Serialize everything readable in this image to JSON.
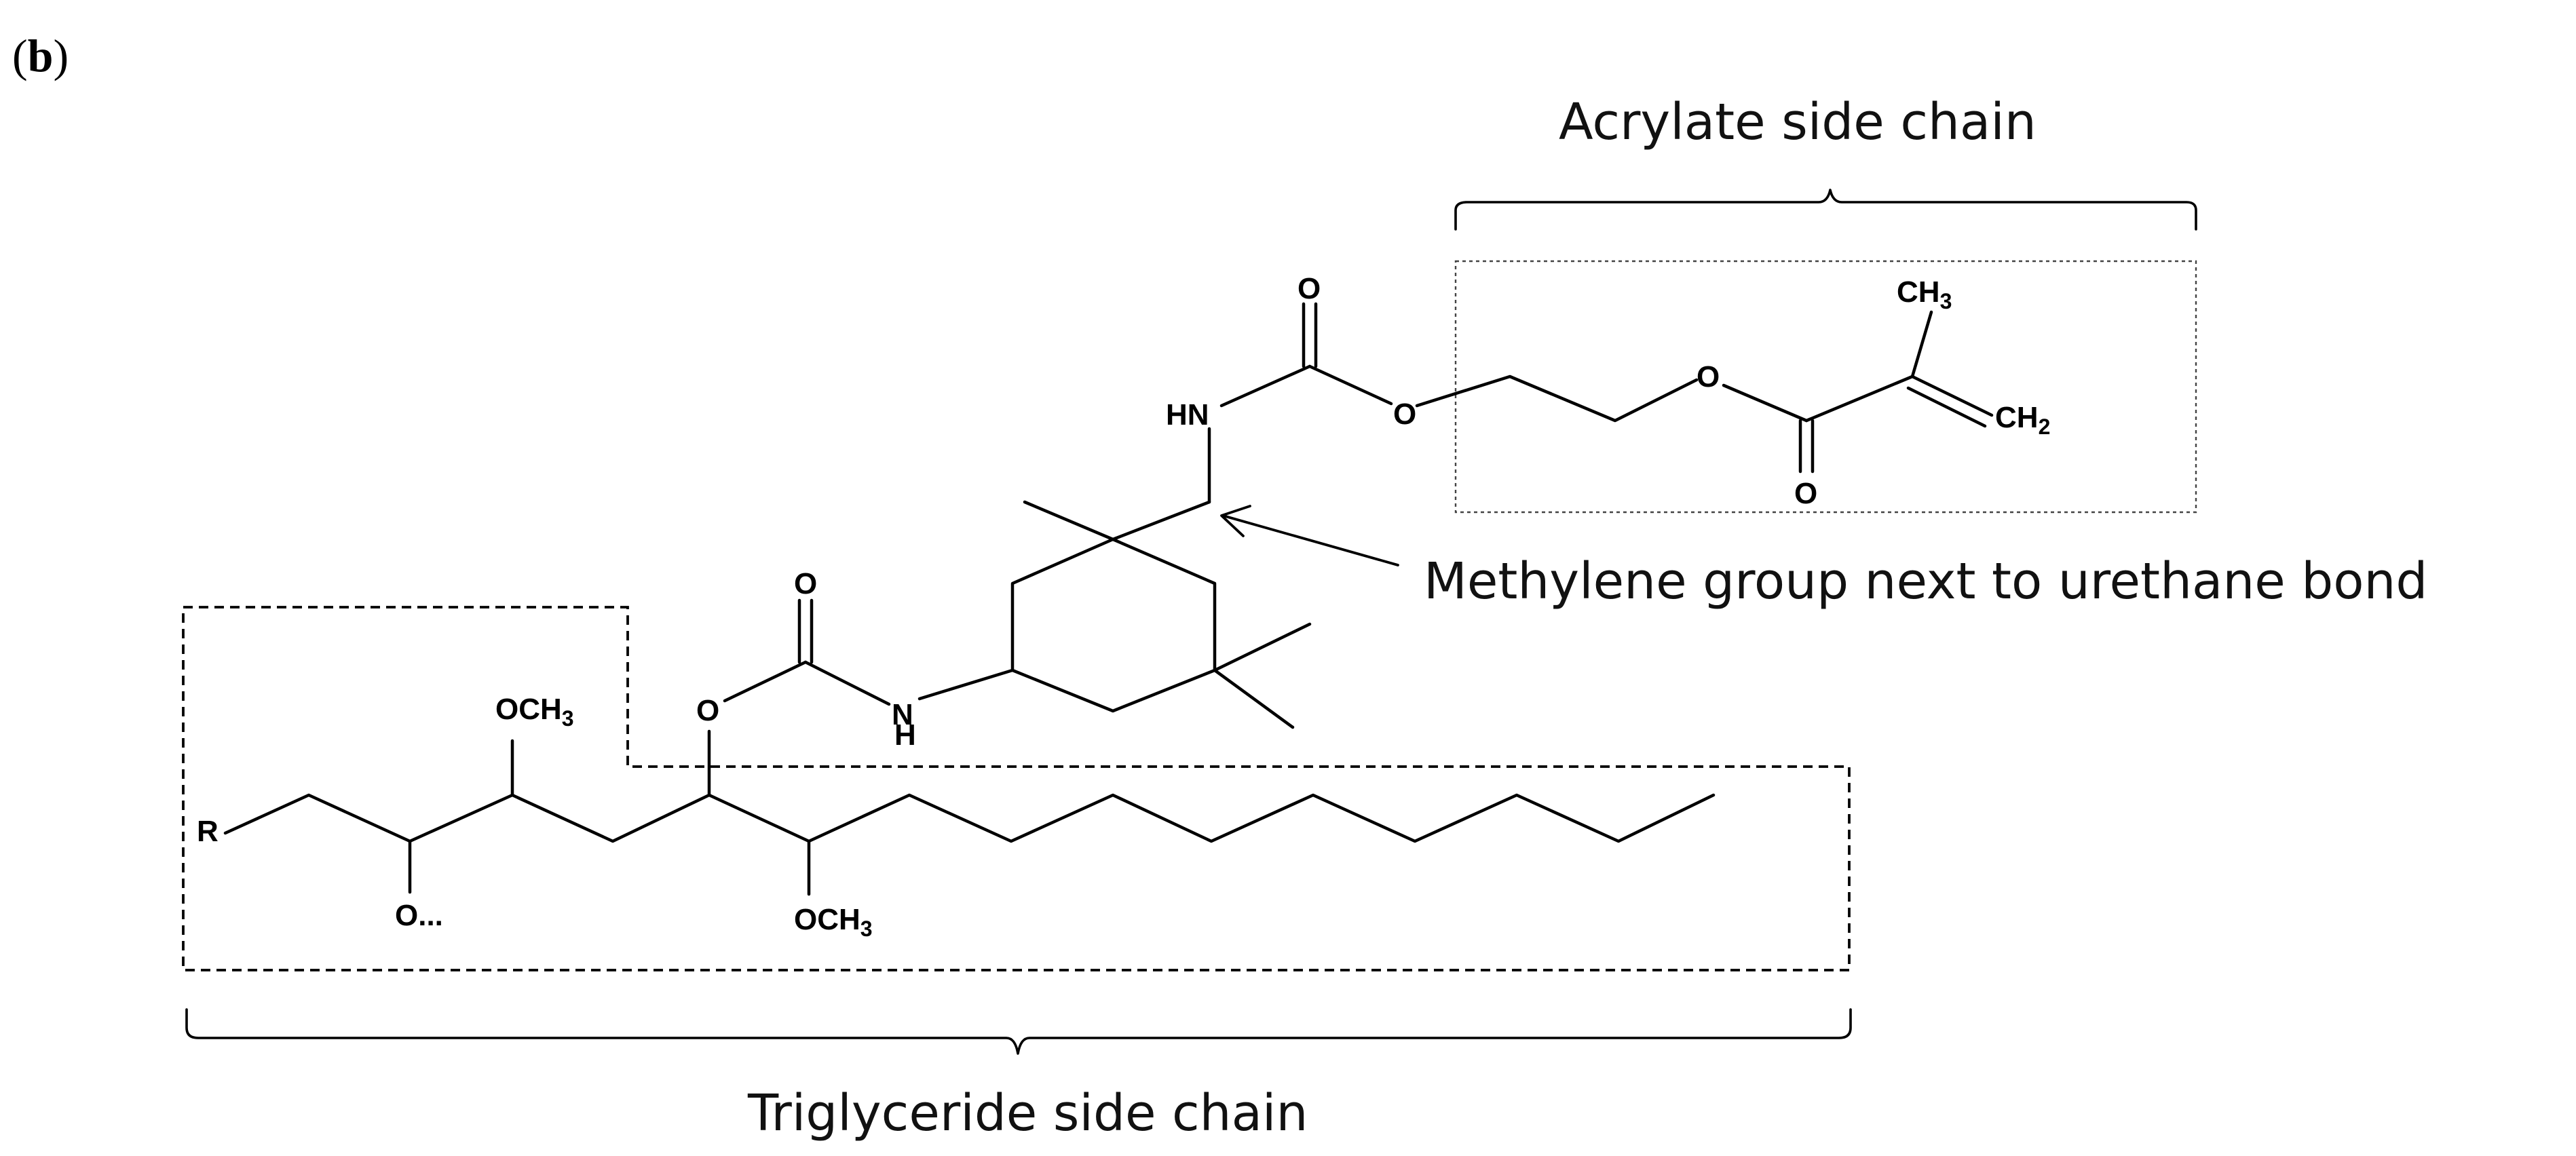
{
  "panel_label": {
    "open": "(",
    "letter": "b",
    "close": ")"
  },
  "annotations": {
    "acrylate": "Acrylate side chain",
    "methylene": "Methylene group next to urethane bond",
    "triglyceride": "Triglyceride side chain"
  },
  "atoms": {
    "r": "R",
    "o_pendant": "O...",
    "och3_upper": "OCH",
    "och3_lower": "OCH",
    "three": "3",
    "o_ester": "O",
    "o_carbonyl_left": "O",
    "nh_n": "N",
    "nh_h": "H",
    "hn": "HN",
    "o_carbonyl_top": "O",
    "o_urethane": "O",
    "o_acrylate": "O",
    "o_acrylate_carbonyl": "O",
    "ch3": "CH",
    "ch2": "CH",
    "two": "2"
  }
}
